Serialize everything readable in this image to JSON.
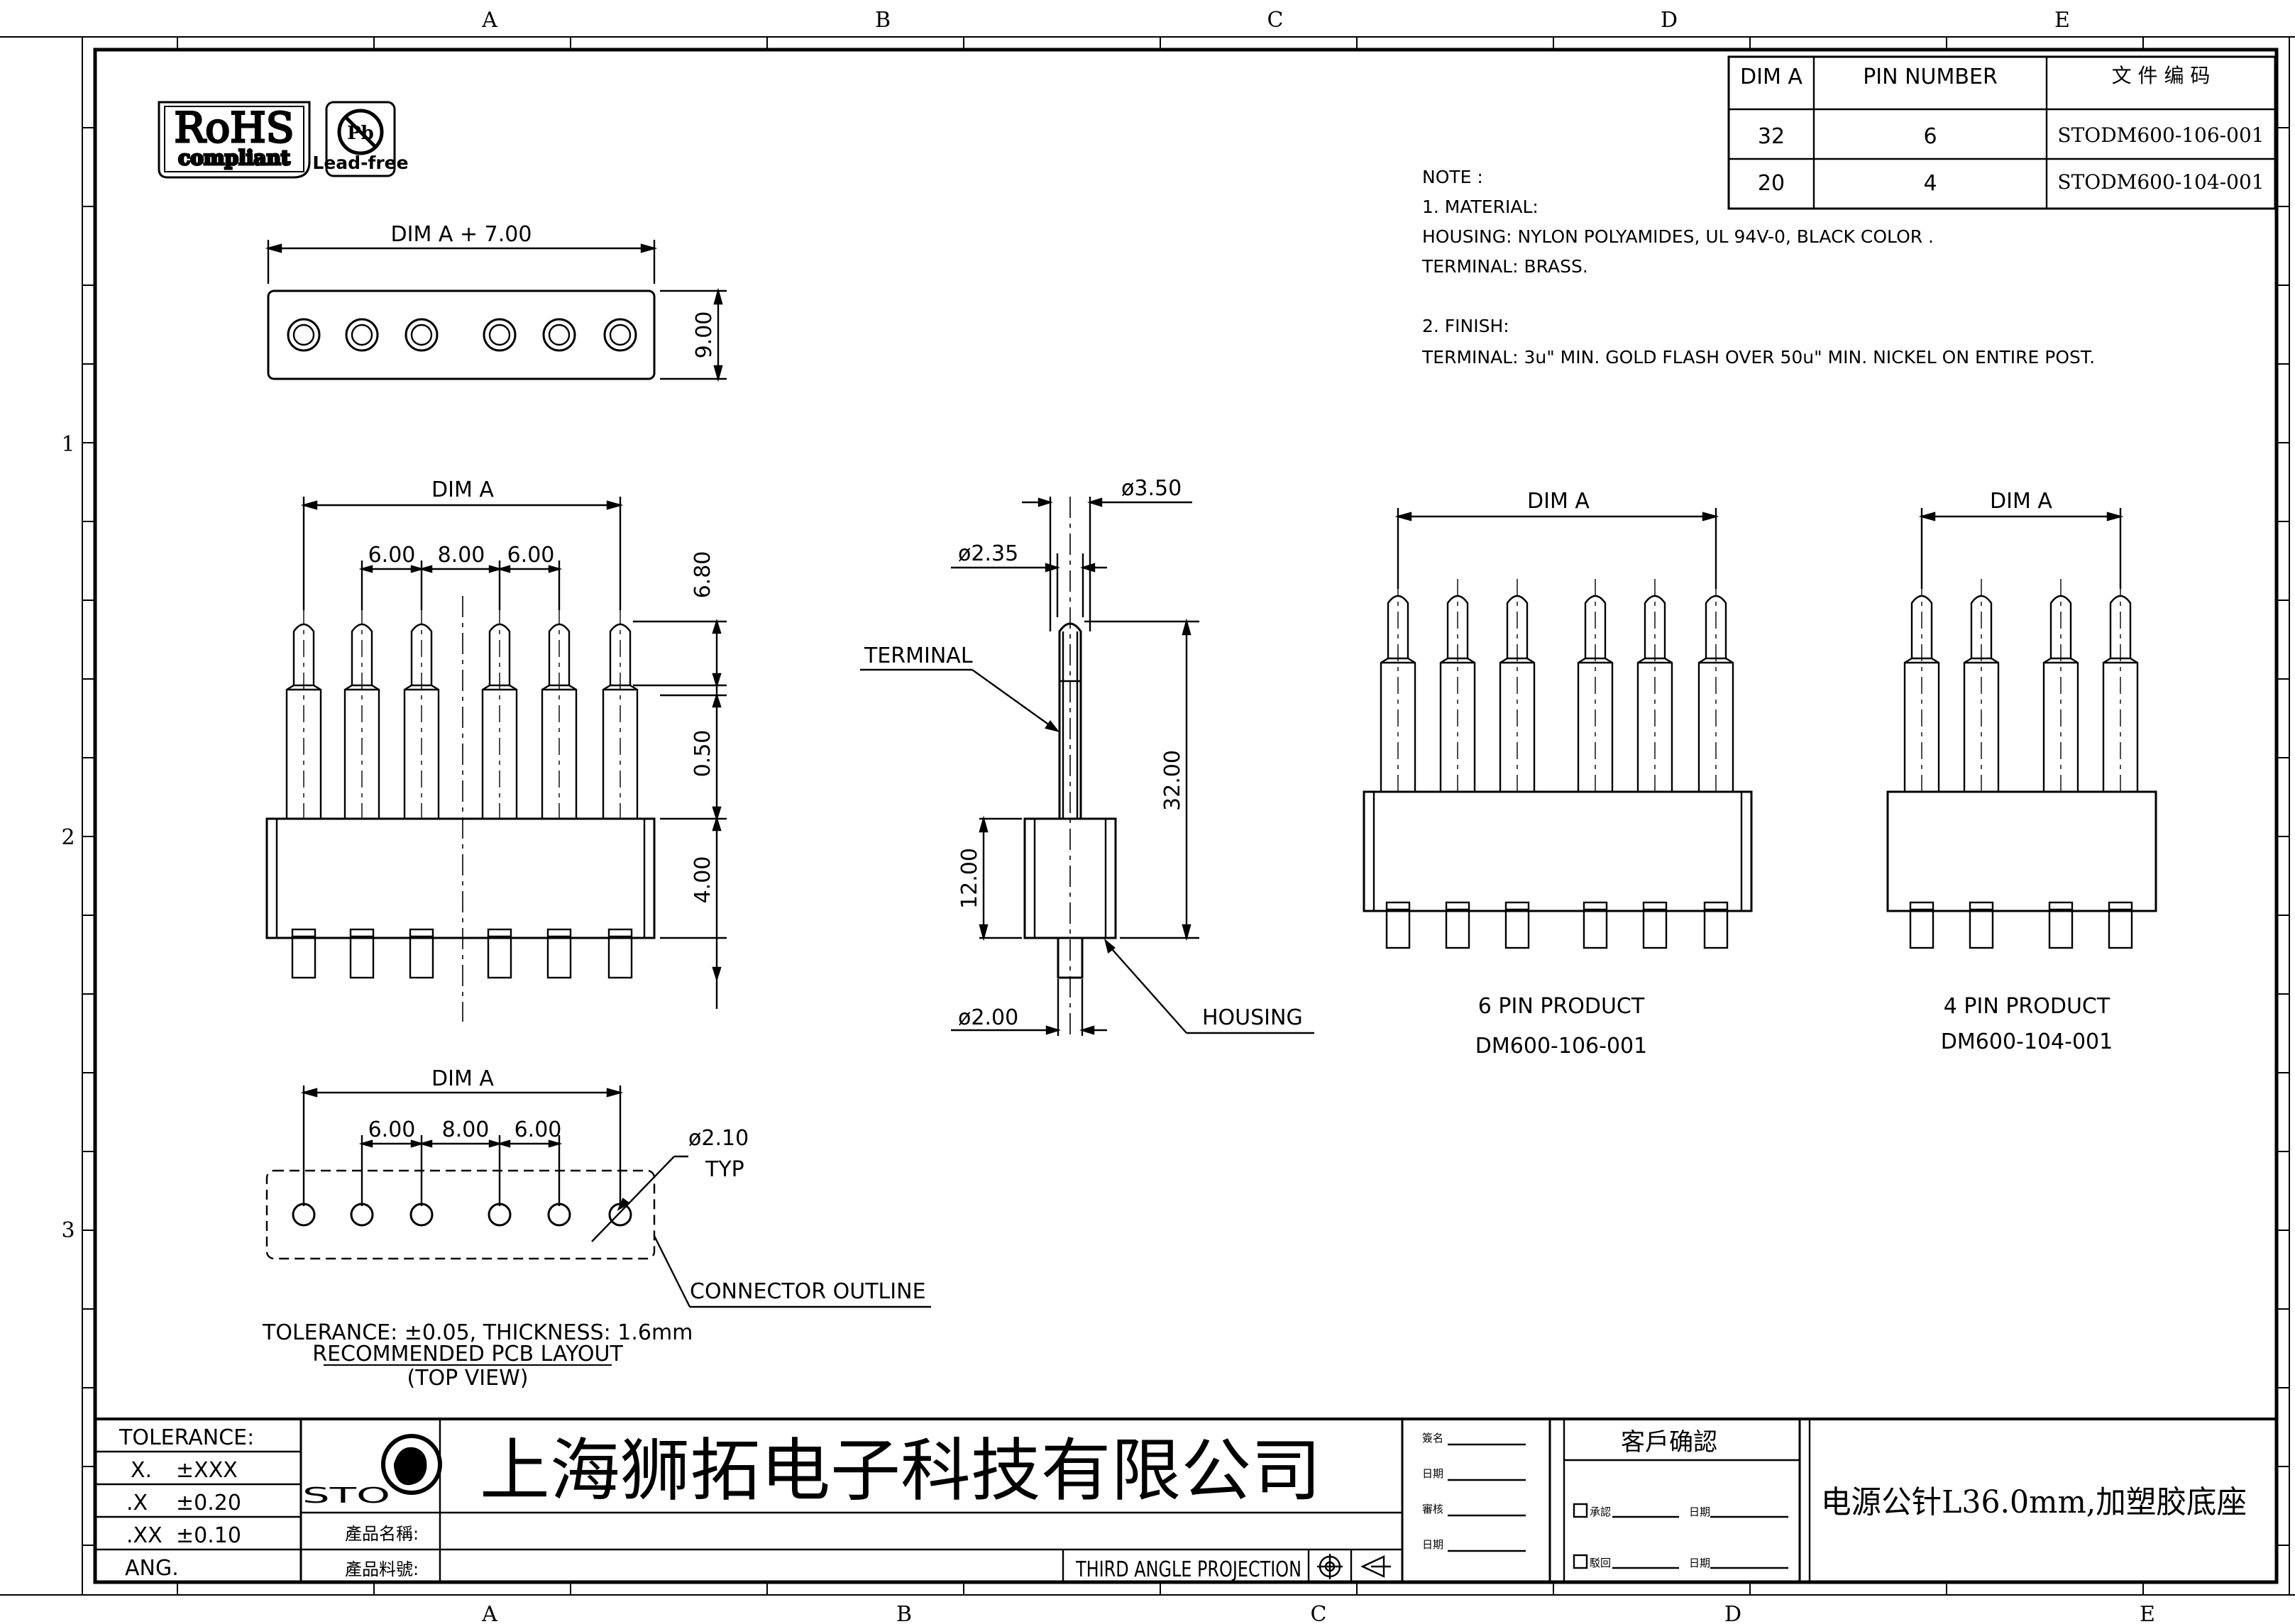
{
  "grid": {
    "cols": [
      "A",
      "B",
      "C",
      "D",
      "E"
    ],
    "rows": [
      "1",
      "2",
      "3"
    ]
  },
  "badges": {
    "rohs_top": "RoHS",
    "rohs_bottom": "compliant",
    "pb": "Pb",
    "lead_free": "Lead-free"
  },
  "spec_table": {
    "headers": [
      "DIM A",
      "PIN NUMBER",
      "文 件 编 码"
    ],
    "rows": [
      [
        "32",
        "6",
        "STODM600-106-001"
      ],
      [
        "20",
        "4",
        "STODM600-104-001"
      ]
    ]
  },
  "notes": [
    "NOTE :",
    "1. MATERIAL:",
    "HOUSING: NYLON POLYAMIDES, UL 94V-0, BLACK COLOR .",
    "TERMINAL: BRASS.",
    "2. FINISH:",
    "TERMINAL: 3u\" MIN. GOLD FLASH OVER 50u\" MIN. NICKEL ON ENTIRE POST."
  ],
  "top_view": {
    "width_label": "DIM A + 7.00",
    "height_label": "9.00"
  },
  "front_view": {
    "dim_a": "DIM A",
    "pitch": [
      "6.00",
      "8.00",
      "6.00"
    ],
    "vertical": [
      "6.80",
      "0.50",
      "4.00"
    ]
  },
  "side_view": {
    "d350": "ø3.50",
    "d235": "ø2.35",
    "d200": "ø2.00",
    "terminal": "TERMINAL",
    "housing": "HOUSING",
    "h32": "32.00",
    "h12": "12.00"
  },
  "product6": {
    "dim_a": "DIM A",
    "title": "6 PIN PRODUCT",
    "part": "DM600-106-001"
  },
  "product4": {
    "dim_a": "DIM A",
    "title": "4 PIN PRODUCT",
    "part": "DM600-104-001"
  },
  "pcb_layout": {
    "dim_a": "DIM A",
    "pitch": [
      "6.00",
      "8.00",
      "6.00"
    ],
    "hole": "ø2.10",
    "typ": "TYP",
    "outline": "CONNECTOR OUTLINE",
    "tolerance": "TOLERANCE: ±0.05, THICKNESS: 1.6mm",
    "title": "RECOMMENDED PCB LAYOUT",
    "subtitle": "(TOP VIEW)"
  },
  "title_block": {
    "tolerance_title": "TOLERANCE:",
    "tolerances": [
      [
        "X.",
        "±XXX"
      ],
      [
        ".X",
        "±0.20"
      ],
      [
        ".XX",
        "±0.10"
      ],
      [
        "ANG.",
        ""
      ]
    ],
    "logo": "STO",
    "company": "上海狮拓电子科技有限公司",
    "product_name_label": "產品名稱:",
    "part_no_label": "產品料號:",
    "projection": "THIRD ANGLE PROJECTION",
    "sign_labels": [
      "簽名",
      "日期",
      "審核",
      "日期"
    ],
    "customer_confirm": "客戶确認",
    "approve": "承認",
    "reject": "駁回",
    "date": "日期",
    "description": "电源公针L36.0mm,加塑胶底座"
  }
}
